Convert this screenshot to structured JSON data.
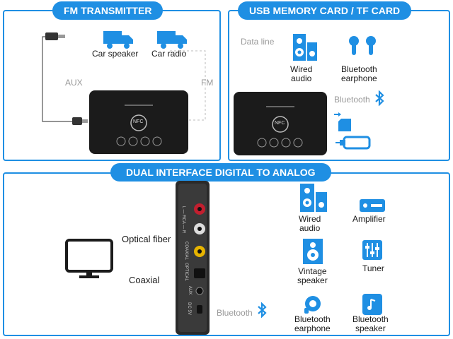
{
  "panels": {
    "fm": {
      "title": "FM TRANSMITTER",
      "car_speaker": "Car speaker",
      "car_radio": "Car radio",
      "aux": "AUX",
      "fm": "FM",
      "nfc": "NFC"
    },
    "usb": {
      "title": "USB MEMORY CARD / TF CARD",
      "data_line": "Data line",
      "wired_audio": "Wired\naudio",
      "bt_earphone": "Bluetooth\nearphone",
      "bluetooth": "Bluetooth",
      "nfc": "NFC"
    },
    "dual": {
      "title": "DUAL INTERFACE DIGITAL TO ANALOG",
      "optical_fiber": "Optical fiber",
      "coaxial": "Coaxial",
      "wired_audio": "Wired\naudio",
      "amplifier": "Amplifier",
      "vintage_speaker": "Vintage\nspeaker",
      "tuner": "Tuner",
      "bluetooth": "Bluetooth",
      "bt_earphone": "Bluetooth\nearphone",
      "bt_speaker": "Bluetooth\nspeaker",
      "port_labels": {
        "lr": "L — RCA — R",
        "coaxial": "COAXIAL",
        "optical": "OPTICAL",
        "aux": "AUX",
        "dc": "DC 5V"
      }
    }
  },
  "colors": {
    "accent": "#1f8fe3",
    "device": "#1b1b1b",
    "gray_text": "#9a9a9a"
  }
}
